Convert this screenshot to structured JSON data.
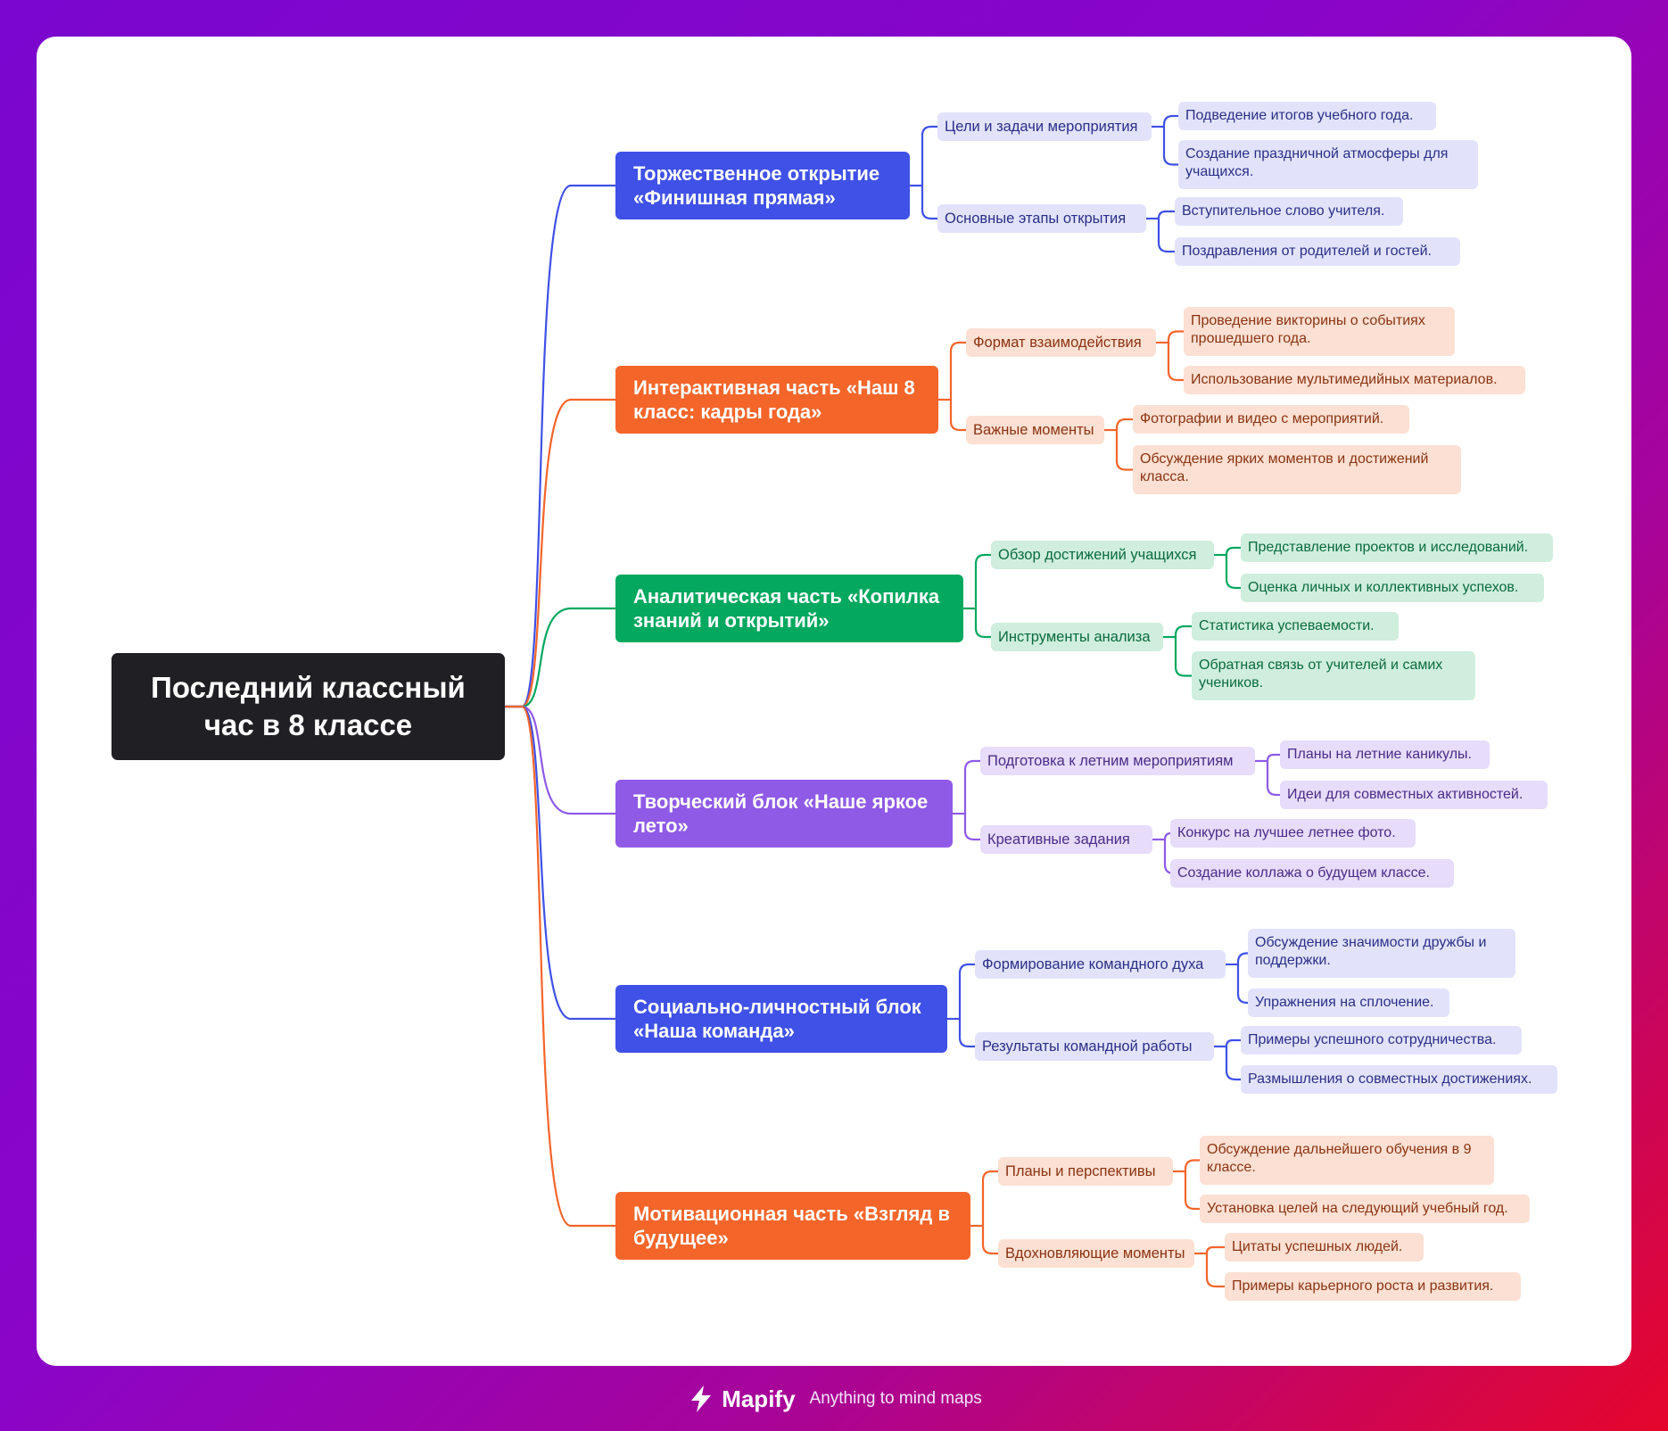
{
  "root": "Последний классный час в 8 классе",
  "colors": {
    "blue": "#3f51e6",
    "orange": "#f4652a",
    "green": "#04a85f",
    "purple": "#8f5ae6",
    "root": "#1f1f24"
  },
  "branches": [
    {
      "title": "Торжественное открытие «Финишная прямая»",
      "color": "#3f51e6",
      "children": [
        {
          "title": "Цели и задачи мероприятия",
          "items": [
            "Подведение итогов учебного года.",
            "Создание праздничной атмосферы для учащихся."
          ]
        },
        {
          "title": "Основные этапы открытия",
          "items": [
            "Вступительное слово учителя.",
            "Поздравления от родителей и гостей."
          ]
        }
      ]
    },
    {
      "title": "Интерактивная часть «Наш 8 класс: кадры года»",
      "color": "#f4652a",
      "children": [
        {
          "title": "Формат взаимодействия",
          "items": [
            "Проведение викторины о событиях прошедшего года.",
            "Использование мультимедийных материалов."
          ]
        },
        {
          "title": "Важные моменты",
          "items": [
            "Фотографии и видео с мероприятий.",
            "Обсуждение ярких моментов и достижений класса."
          ]
        }
      ]
    },
    {
      "title": "Аналитическая часть «Копилка знаний и открытий»",
      "color": "#04a85f",
      "children": [
        {
          "title": "Обзор достижений учащихся",
          "items": [
            "Представление проектов и исследований.",
            "Оценка личных и коллективных успехов."
          ]
        },
        {
          "title": "Инструменты анализа",
          "items": [
            "Статистика успеваемости.",
            "Обратная связь от учителей и самих учеников."
          ]
        }
      ]
    },
    {
      "title": "Творческий блок «Наше яркое лето»",
      "color": "#8f5ae6",
      "children": [
        {
          "title": "Подготовка к летним мероприятиям",
          "items": [
            "Планы на летние каникулы.",
            "Идеи для совместных активностей."
          ]
        },
        {
          "title": "Креативные задания",
          "items": [
            "Конкурс на лучшее летнее фото.",
            "Создание коллажа о будущем классе."
          ]
        }
      ]
    },
    {
      "title": "Социально-личностный блок «Наша команда»",
      "color": "#3f51e6",
      "children": [
        {
          "title": "Формирование командного духа",
          "items": [
            "Обсуждение значимости дружбы и поддержки.",
            "Упражнения на сплочение."
          ]
        },
        {
          "title": "Результаты командной работы",
          "items": [
            "Примеры успешного сотрудничества.",
            "Размышления о совместных достижениях."
          ]
        }
      ]
    },
    {
      "title": "Мотивационная часть «Взгляд в будущее»",
      "color": "#f4652a",
      "children": [
        {
          "title": "Планы и перспективы",
          "items": [
            "Обсуждение дальнейшего обучения в 9 классе.",
            "Установка целей на следующий учебный год."
          ]
        },
        {
          "title": "Вдохновляющие моменты",
          "items": [
            "Цитаты успешных людей.",
            "Примеры карьерного роста и развития."
          ]
        }
      ]
    }
  ],
  "footer": {
    "brand": "Mapify",
    "tagline": "Anything to mind maps",
    "logo_icon": "lightning-bolt-icon"
  }
}
